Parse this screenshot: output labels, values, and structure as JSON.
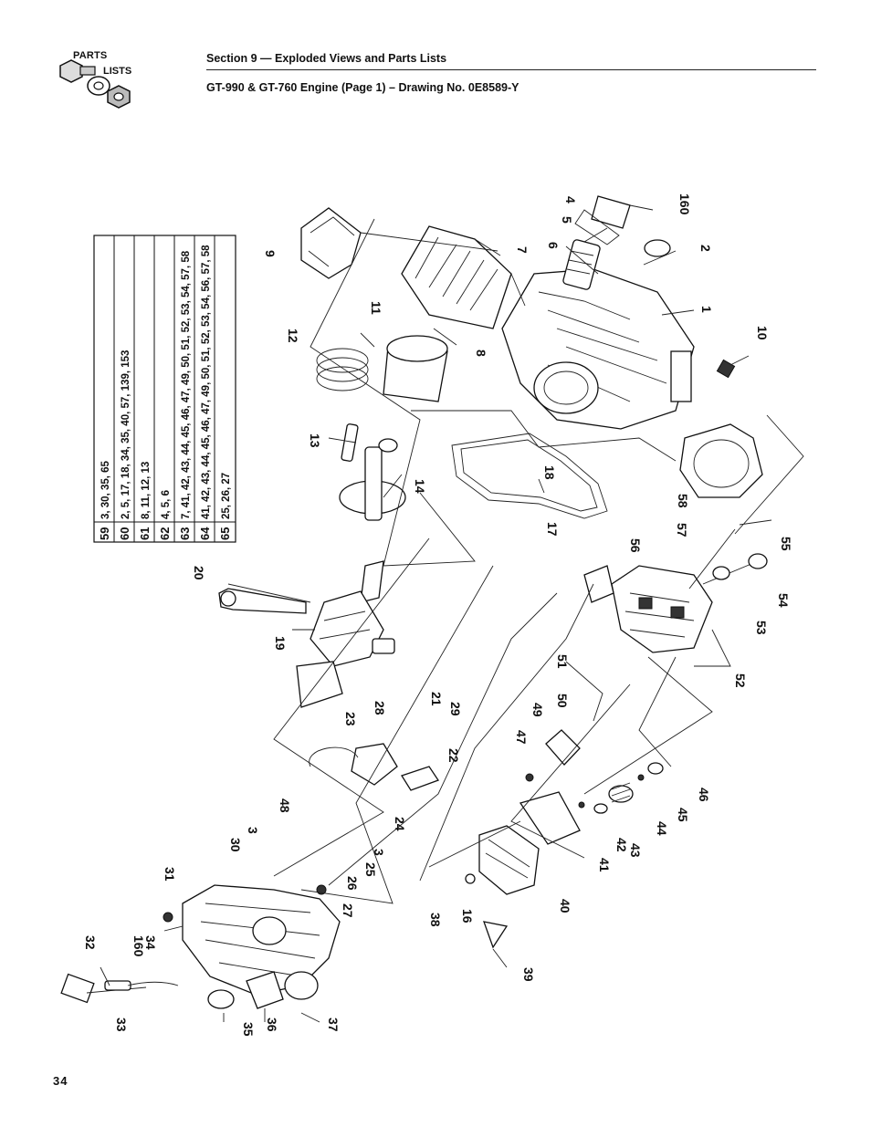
{
  "header": {
    "logo_line1": "PARTS",
    "logo_line2": "LISTS",
    "section": "Section 9 — Exploded Views and Parts Lists",
    "subtitle": "GT-990 & GT-760 Engine (Page 1) – Drawing No. 0E8589-Y"
  },
  "kits": [
    {
      "key": "59",
      "parts": "3, 30, 35, 65"
    },
    {
      "key": "60",
      "parts": "2, 5, 17, 18, 34, 35, 40, 57, 139, 153"
    },
    {
      "key": "61",
      "parts": "8, 11, 12, 13"
    },
    {
      "key": "62",
      "parts": "4, 5, 6"
    },
    {
      "key": "63",
      "parts": "7, 41, 42, 43, 44, 45, 46, 47, 49, 50, 51, 52, 53, 54, 57, 58"
    },
    {
      "key": "64",
      "parts": "41, 42, 43, 44, 45, 46, 47, 49, 50, 51, 52, 53, 54, 56, 57, 58"
    },
    {
      "key": "65",
      "parts": "25, 26, 27"
    }
  ],
  "callouts": [
    "1",
    "2",
    "3",
    "3",
    "4",
    "5",
    "6",
    "7",
    "8",
    "9",
    "10",
    "11",
    "12",
    "13",
    "14",
    "16",
    "17",
    "18",
    "19",
    "20",
    "21",
    "22",
    "23",
    "24",
    "25",
    "26",
    "27",
    "28",
    "29",
    "30",
    "31",
    "32",
    "33",
    "34",
    "35",
    "36",
    "37",
    "38",
    "39",
    "40",
    "41",
    "42",
    "43",
    "44",
    "45",
    "46",
    "47",
    "48",
    "49",
    "50",
    "51",
    "52",
    "53",
    "54",
    "55",
    "56",
    "57",
    "58",
    "160",
    "160"
  ],
  "page_number": "34"
}
